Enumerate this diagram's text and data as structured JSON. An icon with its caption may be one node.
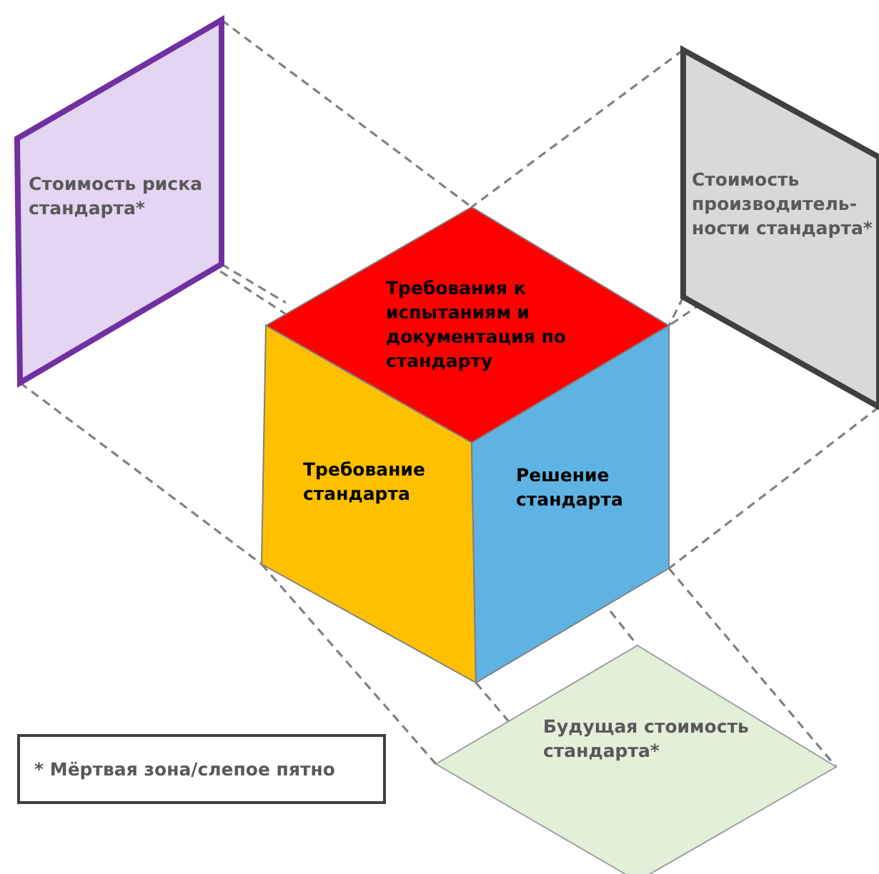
{
  "diagram": {
    "nodes": [
      {
        "text": [
          "Стоимость риска стандарта*"
        ]
      },
      {
        "text": [
          "Стоимость производитель-ности стандарта*"
        ]
      },
      {
        "text": [
          "Требования к испытаниям и документация по стандарту"
        ]
      },
      {
        "text": [
          "Требование стандарта"
        ]
      },
      {
        "text": [
          "Решение стандарта"
        ]
      },
      {
        "text": [
          "Будущая стоимость стандарта*"
        ]
      },
      {
        "text": [
          "* Мёртвая зона/слепое пятно"
        ]
      }
    ]
  }
}
